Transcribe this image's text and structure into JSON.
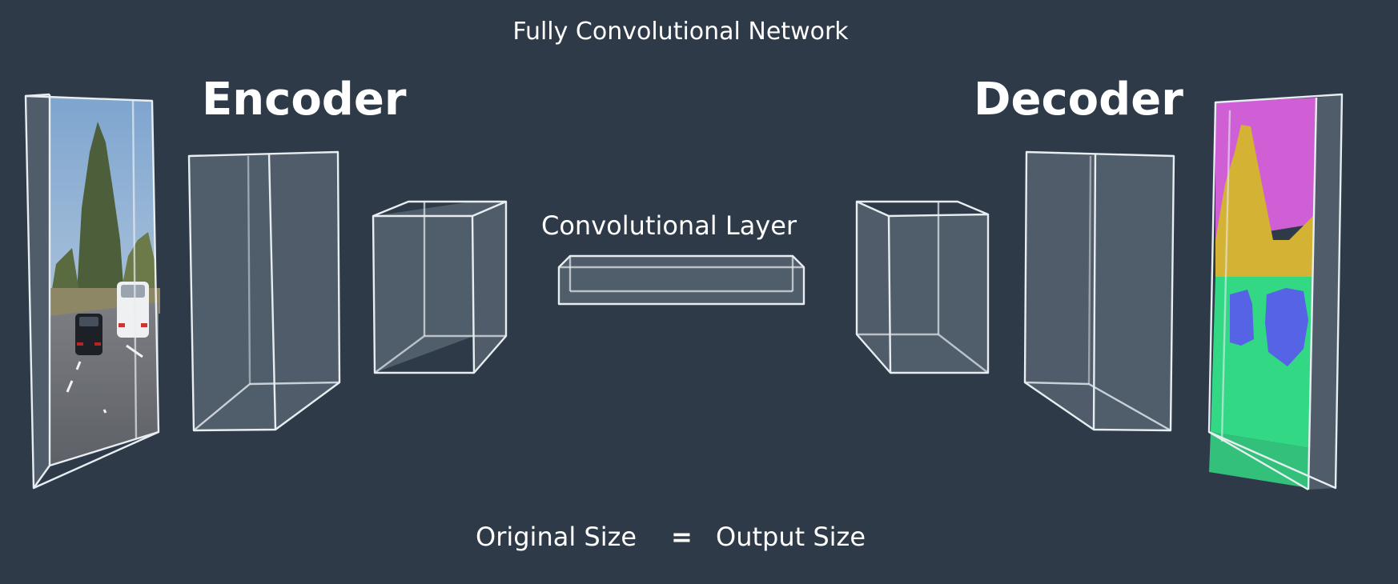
{
  "diagram": {
    "title": "Fully Convolutional Network",
    "encoder_label": "Encoder",
    "decoder_label": "Decoder",
    "middle_label": "Convolutional Layer",
    "bottom": {
      "left": "Original Size",
      "operator": "=",
      "right": "Output Size"
    }
  },
  "colors": {
    "background": "#2e3a48",
    "edge": "#e8edf2",
    "segment_sky": "#d05fd6",
    "segment_tree": "#d4b233",
    "segment_road": "#32d884",
    "segment_car": "#5563e4"
  },
  "icons": {
    "input": "road-scene-image",
    "output": "segmentation-map-image"
  }
}
